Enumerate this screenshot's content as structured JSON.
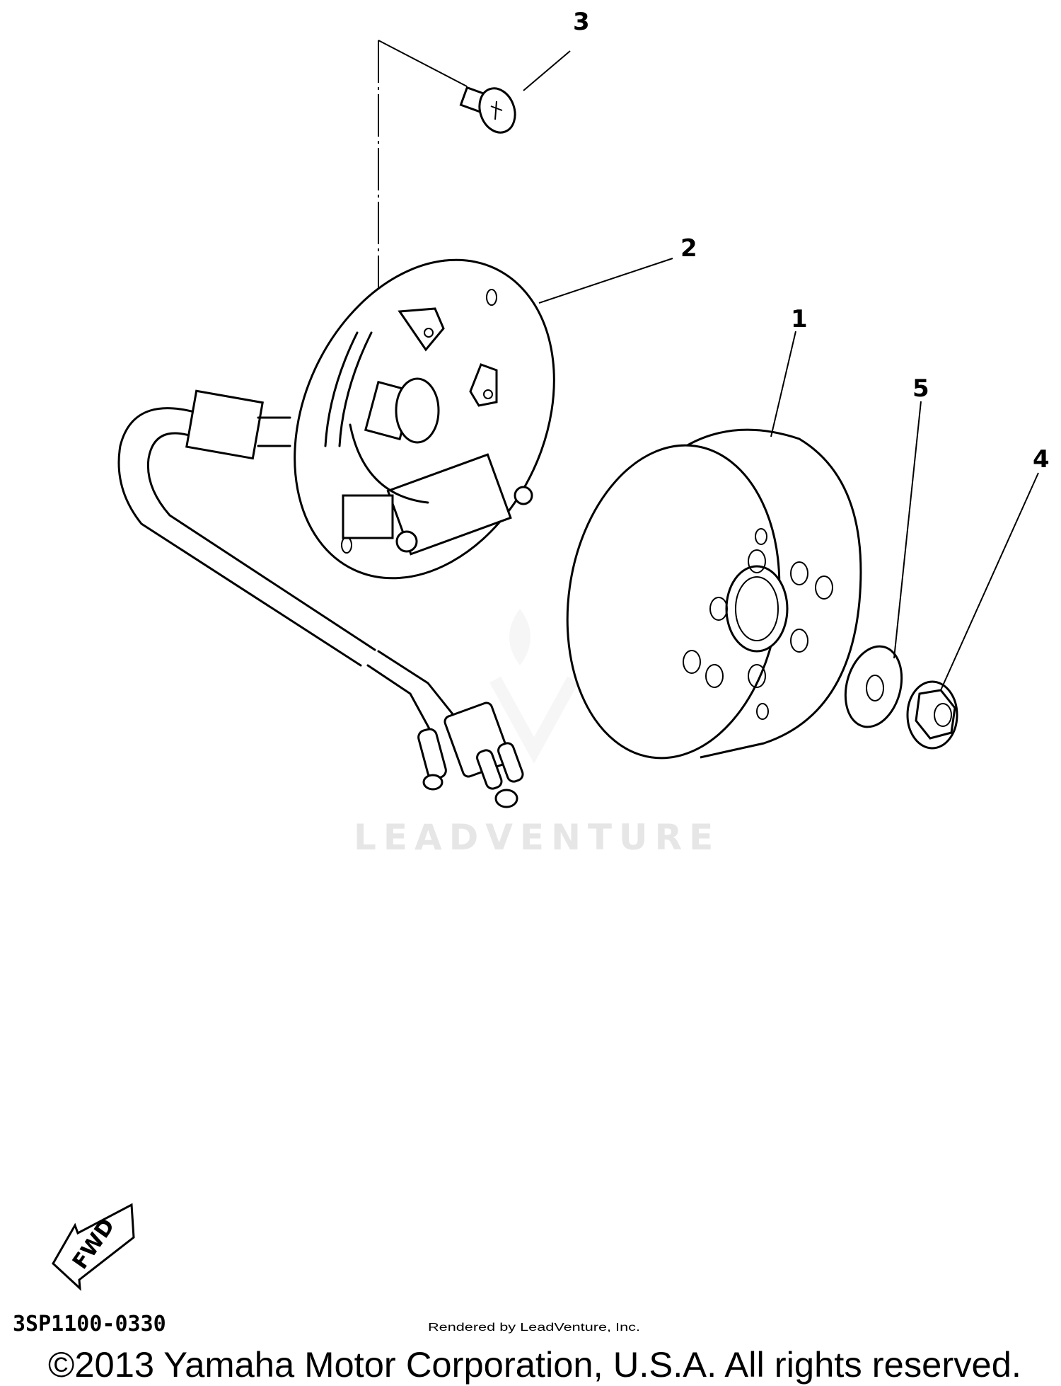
{
  "diagram": {
    "callouts": [
      "1",
      "2",
      "3",
      "4",
      "5"
    ],
    "direction_label": "FWD",
    "diagram_code": "3SP1100-0330",
    "watermark": "LEADVENTURE",
    "copyright": "©2013 Yamaha Motor Corporation, U.S.A. All rights reserved.",
    "rendered_by": "Rendered by LeadVenture, Inc."
  }
}
